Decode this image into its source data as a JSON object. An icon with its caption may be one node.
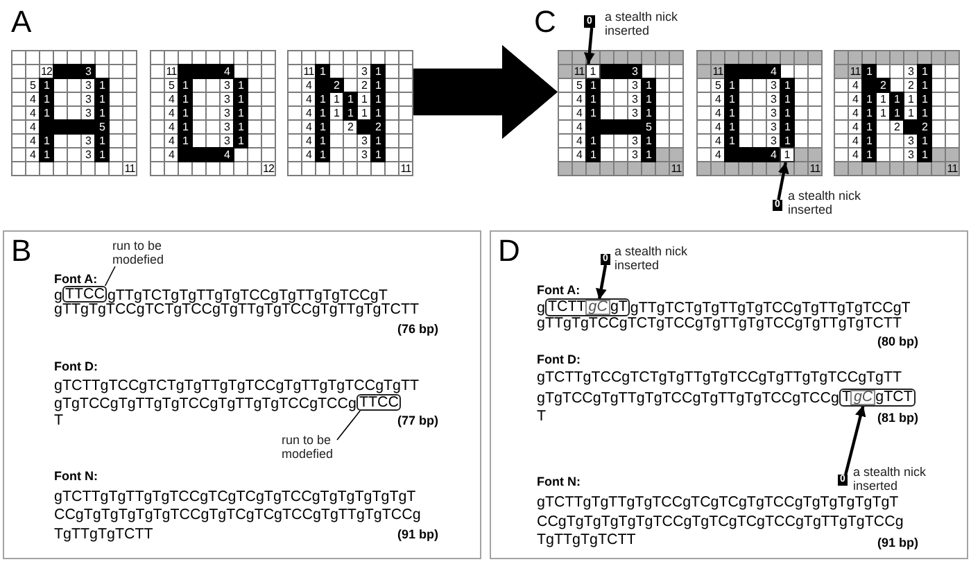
{
  "diagram": {
    "nodes": [
      {
        "text": [
          "12",
          "3",
          "5",
          "1",
          "3",
          "1",
          "4",
          "1",
          "3",
          "1",
          "4",
          "1",
          "3",
          "1",
          "4",
          "5",
          "4",
          "1",
          "3",
          "1",
          "4",
          "1",
          "3",
          "1",
          "11"
        ]
      },
      {
        "text": [
          "11",
          "4",
          "5",
          "1",
          "3",
          "1",
          "4",
          "1",
          "3",
          "1",
          "4",
          "1",
          "3",
          "1",
          "4",
          "1",
          "3",
          "1",
          "4",
          "1",
          "3",
          "1",
          "4",
          "4",
          "12"
        ]
      },
      {
        "text": [
          "11",
          "1",
          "3",
          "1",
          "4",
          "2",
          "2",
          "1",
          "4",
          "1",
          "1",
          "1",
          "1",
          "1",
          "4",
          "1",
          "1",
          "1",
          "1",
          "1",
          "4",
          "1",
          "2",
          "2",
          "4",
          "1",
          "3",
          "1",
          "4",
          "1",
          "3",
          "1",
          "11"
        ]
      },
      {
        "text": [
          "0"
        ],
        "beside": [
          "a stealth nick inserted"
        ]
      },
      {
        "text": [
          "11",
          "3",
          "5",
          "1",
          "3",
          "1",
          "4",
          "1",
          "3",
          "1",
          "4",
          "1",
          "3",
          "1",
          "4",
          "5",
          "4",
          "1",
          "3",
          "1",
          "4",
          "1",
          "3",
          "1",
          "11"
        ]
      },
      {
        "text": [
          "1"
        ],
        "in": 4
      },
      {
        "text": [
          "11",
          "4",
          "5",
          "1",
          "3",
          "1",
          "4",
          "1",
          "3",
          "1",
          "4",
          "1",
          "3",
          "1",
          "4",
          "1",
          "3",
          "1",
          "4",
          "1",
          "3",
          "1",
          "4",
          "4",
          "11"
        ]
      },
      {
        "text": [
          "1"
        ],
        "in": 6
      },
      {
        "text": [
          "11",
          "1",
          "3",
          "1",
          "4",
          "2",
          "2",
          "1",
          "4",
          "1",
          "1",
          "1",
          "1",
          "1",
          "4",
          "1",
          "1",
          "1",
          "1",
          "1",
          "4",
          "1",
          "2",
          "2",
          "4",
          "1",
          "3",
          "1",
          "4",
          "1",
          "3",
          "1",
          "11"
        ]
      },
      {
        "text": [
          "0"
        ],
        "beside": [
          "a stealth nick inserted"
        ]
      },
      {
        "text": [
          "B"
        ]
      },
      {
        "text": [
          "run to be modefied"
        ],
        "in": 10
      },
      {
        "text": [
          "TTCC"
        ],
        "in": 10
      },
      {
        "text": [
          "TTCC"
        ],
        "in": 10
      },
      {
        "text": [
          "run to be modefied"
        ],
        "in": 10
      },
      {
        "text": [
          "D"
        ]
      },
      {
        "text": [
          "0"
        ],
        "beside": [
          "a stealth nick inserted"
        ],
        "in": 15
      },
      {
        "text": [
          "TCTT",
          "gT"
        ],
        "in": 15
      },
      {
        "text": [
          "gC"
        ],
        "in": 17
      },
      {
        "text": [
          "T",
          "gTCT"
        ],
        "in": 15
      },
      {
        "text": [
          "gC"
        ],
        "in": 19
      },
      {
        "text": [
          "0"
        ],
        "beside": [
          "a stealth nick inserted"
        ],
        "in": 15
      }
    ],
    "edges": [
      {
        "from": 2,
        "to": 4,
        "arrow": "to",
        "style": "thick"
      },
      {
        "from": 3,
        "to": 5,
        "arrow": "to"
      },
      {
        "from": 9,
        "to": 7,
        "arrow": "to"
      },
      {
        "from": 11,
        "to": 12,
        "arrow": "none"
      },
      {
        "from": 14,
        "to": 13,
        "arrow": "none"
      },
      {
        "from": 16,
        "to": 18,
        "arrow": "to"
      },
      {
        "from": 21,
        "to": 20,
        "arrow": "to"
      }
    ],
    "labels": [
      "A",
      "C",
      "Font A:",
      "g",
      "gTTgTCTgTgTTgTgTCCgTgTTgTgTCCgT",
      "gTTgTgTCCgTCTgTCCgTgTTgTgTCCgTgTTgTgTCTT",
      "(76 bp)",
      "Font D:",
      "gTCTTgTCCgTCTgTgTTgTgTCCgTgTTgTgTCCgTgTT",
      "gTgTCCgTgTTgTgTCCgTgTTgTgTCCgTCCg",
      "T",
      "(77 bp)",
      "Font N:",
      "gTCTTgTgTTgTgTCCgTCgTCgTgTCCgTgTgTgTgTgT",
      "CCgTgTgTgTgTgTCCgTgTCgTCgTCCgTgTTgTgTCCg",
      "TgTTgTgTCTT",
      "(91 bp)",
      "Font A:",
      "g",
      "gTTgTCTgTgTTgTgTCCgTgTTgTgTCCgT",
      "gTTgTgTCCgTCTgTCCgTgTTgTgTCCgTgTTgTgTCTT",
      "(80 bp)",
      "Font D:",
      "gTCTTgTCCgTCTgTgTTgTgTCCgTgTTgTgTCCgTgTT",
      "gTgTCCgTgTTgTgTCCgTgTTgTgTCCgTCCg",
      "T",
      "(81 bp)",
      "Font N:",
      "gTCTTgTgTTgTgTCCgTCgTCgTgTCCgTgTgTgTgTgT",
      "CCgTgTgTgTgTgTCCgTgTCgTCgTCCgTgTTgTgTCCg",
      "TgTTgTgTCTT",
      "(91 bp)"
    ]
  }
}
